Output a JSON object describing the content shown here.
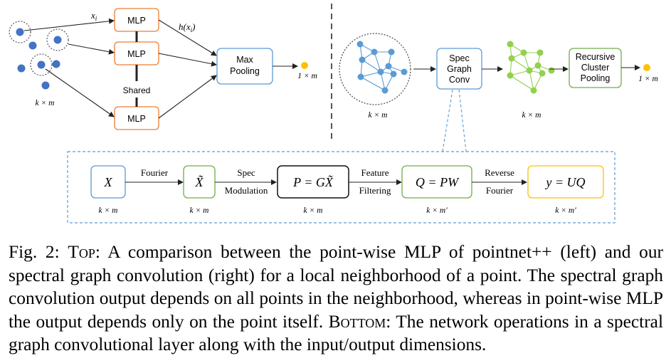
{
  "left_panel": {
    "mlp_labels": [
      "MLP",
      "MLP",
      "MLP"
    ],
    "shared_label": "Shared",
    "input_label": "x_i",
    "hidden_label": "h(x_i)",
    "pool_label": [
      "Max",
      "Pooling"
    ],
    "output_dim": "1 × m",
    "input_dim": "k × m"
  },
  "right_panel": {
    "spec_conv_label": [
      "Spec",
      "Graph",
      "Conv"
    ],
    "pool_label": [
      "Recursive",
      "Cluster",
      "Pooling"
    ],
    "input_dim": "k × m",
    "mid_dim": "k × m",
    "output_dim": "1 × m"
  },
  "bottom_pipeline": {
    "nodes": [
      {
        "label": "X",
        "dim": "k × m"
      },
      {
        "label": "X̃",
        "dim": "k × m"
      },
      {
        "label": "P = GX̃",
        "dim": "k × m"
      },
      {
        "label": "Q = PW",
        "dim": "k × m′"
      },
      {
        "label": "y = UQ",
        "dim": "k × m′"
      }
    ],
    "edges": [
      {
        "top": "Fourier",
        "bottom": ""
      },
      {
        "top": "Spec",
        "bottom": "Modulation"
      },
      {
        "top": "Feature",
        "bottom": "Filtering"
      },
      {
        "top": "Reverse",
        "bottom": "Fourier"
      }
    ]
  },
  "colors": {
    "mlp_border": "#ed7d31",
    "blue_border": "#5b9bd5",
    "green_border": "#70ad47",
    "gold_border": "#ffc000",
    "blue_point": "#4472c4",
    "green_point": "#92d050",
    "output_point": "#ffc000"
  },
  "caption": {
    "prefix": "Fig. 2: ",
    "top_kw": "Top",
    "top_text": ": A comparison between the point-wise MLP of pointnet++ (left) and our spectral graph convolution (right) for a local neighborhood of a point. The spectral graph convolution output depends on all points in the neighborhood, whereas in point-wise MLP the output depends only on the point itself. ",
    "bottom_kw": "Bottom",
    "bottom_text": ": The network operations in a spectral graph convolutional layer along with the input/output dimensions."
  }
}
